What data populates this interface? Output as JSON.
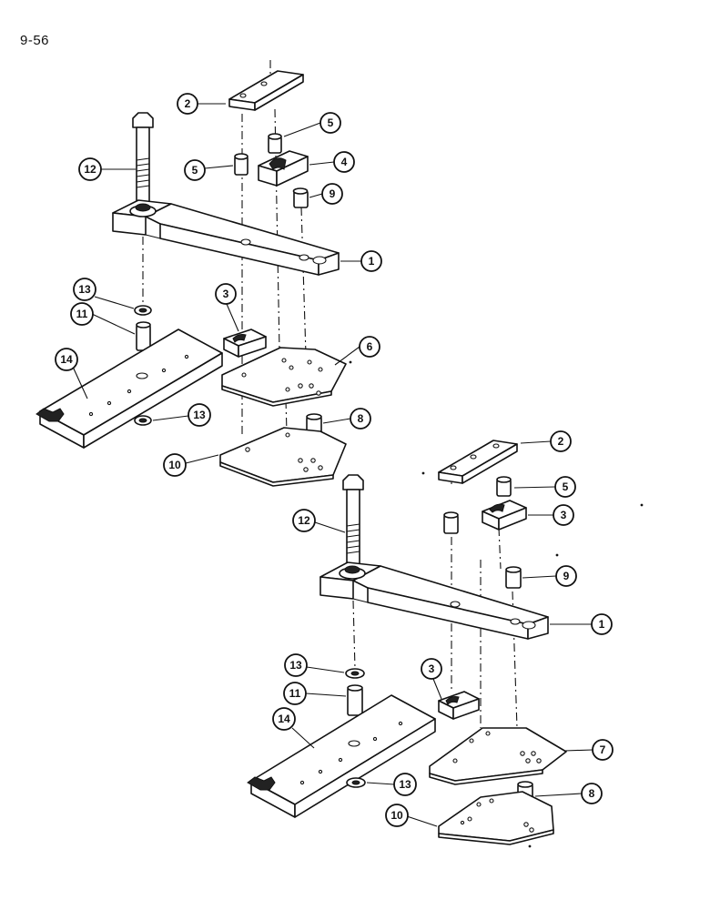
{
  "page": {
    "number": "9-56"
  },
  "callouts": [
    {
      "id": "c-2a",
      "label": "2"
    },
    {
      "id": "c-5a",
      "label": "5"
    },
    {
      "id": "c-5b",
      "label": "5"
    },
    {
      "id": "c-4",
      "label": "4"
    },
    {
      "id": "c-12a",
      "label": "12"
    },
    {
      "id": "c-9a",
      "label": "9"
    },
    {
      "id": "c-1a",
      "label": "1"
    },
    {
      "id": "c-13a",
      "label": "13"
    },
    {
      "id": "c-3a",
      "label": "3"
    },
    {
      "id": "c-11a",
      "label": "11"
    },
    {
      "id": "c-6",
      "label": "6"
    },
    {
      "id": "c-14a",
      "label": "14"
    },
    {
      "id": "c-13b",
      "label": "13"
    },
    {
      "id": "c-8a",
      "label": "8"
    },
    {
      "id": "c-10a",
      "label": "10"
    },
    {
      "id": "c-2b",
      "label": "2"
    },
    {
      "id": "c-5c",
      "label": "5"
    },
    {
      "id": "c-12b",
      "label": "12"
    },
    {
      "id": "c-3b",
      "label": "3"
    },
    {
      "id": "c-9b",
      "label": "9"
    },
    {
      "id": "c-1b",
      "label": "1"
    },
    {
      "id": "c-13c",
      "label": "13"
    },
    {
      "id": "c-3c",
      "label": "3"
    },
    {
      "id": "c-11b",
      "label": "11"
    },
    {
      "id": "c-14b",
      "label": "14"
    },
    {
      "id": "c-7",
      "label": "7"
    },
    {
      "id": "c-13d",
      "label": "13"
    },
    {
      "id": "c-8b",
      "label": "8"
    },
    {
      "id": "c-10b",
      "label": "10"
    }
  ]
}
